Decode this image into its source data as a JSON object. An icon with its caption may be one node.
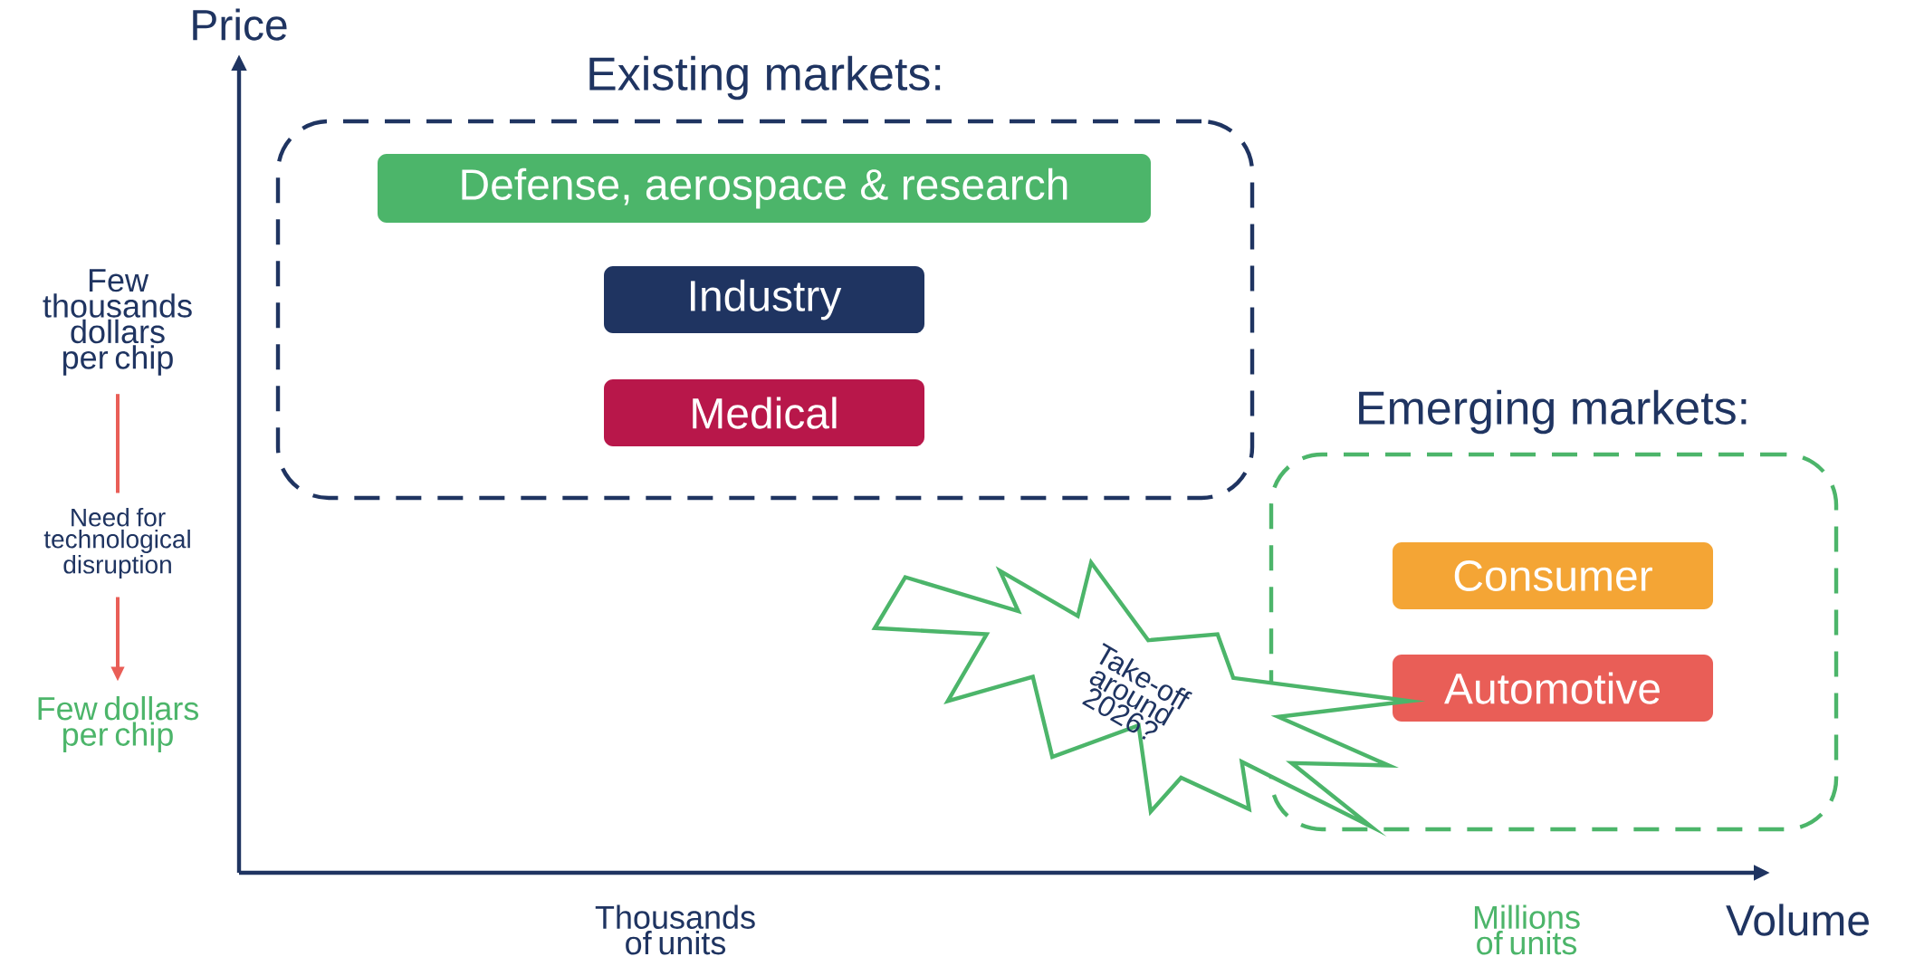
{
  "diagram": {
    "nodes": [
      {
        "text": [
          "Existing markets:"
        ]
      },
      {
        "text": [
          "Defense, aerospace & research"
        ],
        "in": 0
      },
      {
        "text": [
          "Industry"
        ],
        "in": 0
      },
      {
        "text": [
          "Medical"
        ],
        "in": 0
      },
      {
        "text": [
          "Emerging markets:"
        ]
      },
      {
        "text": [
          "Consumer"
        ],
        "in": 4
      },
      {
        "text": [
          "Automotive"
        ],
        "in": 4
      },
      {
        "text": [
          "Take-off around 2026?"
        ]
      },
      {
        "text": [
          "Few thousands dollars per chip"
        ]
      },
      {
        "text": [
          "Need for technological disruption"
        ]
      },
      {
        "text": [
          "Few dollars per chip"
        ]
      }
    ],
    "edges": [
      {
        "from": 8,
        "to": 9,
        "arrow": "none"
      },
      {
        "from": 9,
        "to": 10,
        "arrow": "to"
      }
    ],
    "labels": [
      "Price",
      "Thousands of units",
      "Millions of units",
      "Volume"
    ]
  }
}
